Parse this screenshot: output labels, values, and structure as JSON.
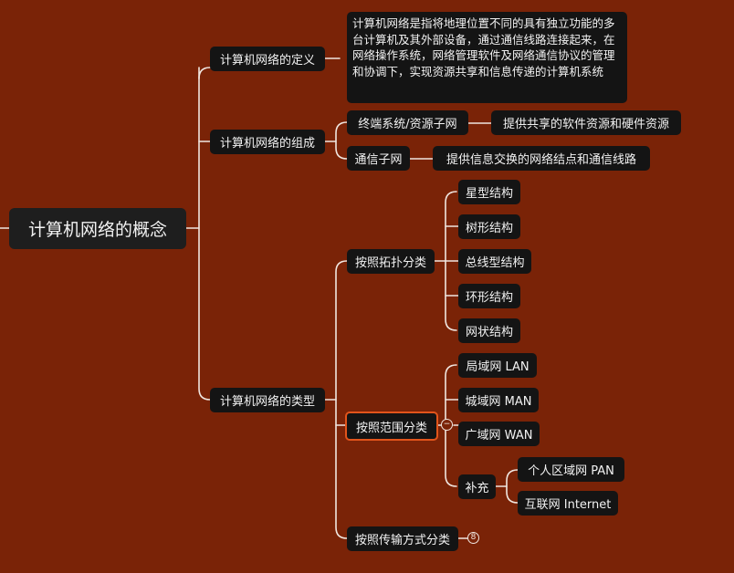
{
  "root": "计算机网络的概念",
  "definition": {
    "label": "计算机网络的定义",
    "text": "计算机网络是指将地理位置不同的具有独立功能的多台计算机及其外部设备，通过通信线路连接起来，在网络操作系统，网络管理软件及网络通信协议的管理和协调下，实现资源共享和信息传递的计算机系统"
  },
  "composition": {
    "label": "计算机网络的组成",
    "items": [
      {
        "label": "终端系统/资源子网",
        "desc": "提供共享的软件资源和硬件资源"
      },
      {
        "label": "通信子网",
        "desc": "提供信息交换的网络结点和通信线路"
      }
    ]
  },
  "types": {
    "label": "计算机网络的类型",
    "topology": {
      "label": "按照拓扑分类",
      "items": [
        "星型结构",
        "树形结构",
        "总线型结构",
        "环形结构",
        "网状结构"
      ]
    },
    "range": {
      "label": "按照范围分类",
      "collapse_symbol": "−",
      "items": [
        "局域网 LAN",
        "城域网 MAN",
        "广域网 WAN"
      ],
      "supplement": {
        "label": "补充",
        "items": [
          "个人区域网 PAN",
          "互联网 Internet"
        ]
      }
    },
    "transmission": {
      "label": "按照传输方式分类",
      "collapsed_count": "8"
    }
  }
}
